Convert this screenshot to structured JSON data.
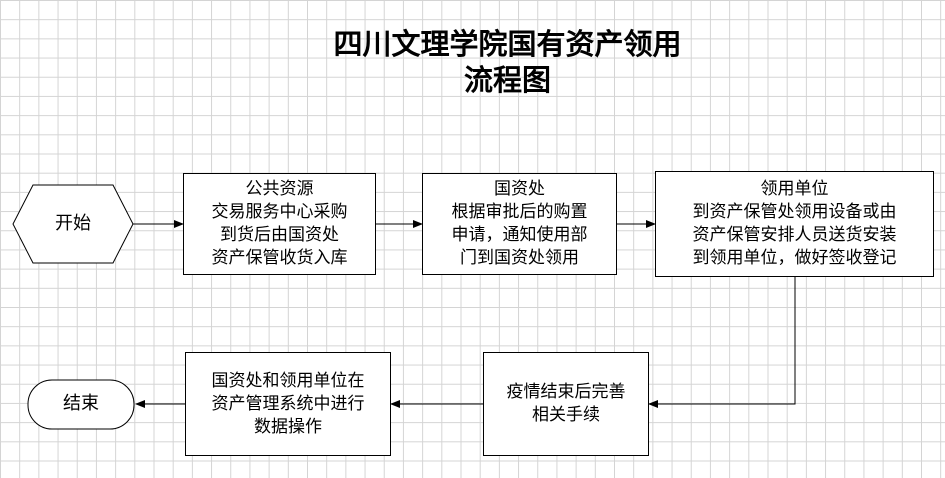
{
  "diagram": {
    "title_line1": "四川文理学院国有资产领用",
    "title_line2": "流程图",
    "start": {
      "label": "开始"
    },
    "end": {
      "label": "结束"
    },
    "steps": [
      {
        "lines": [
          "公共资源",
          "交易服务中心采购",
          "到货后由国资处",
          "资产保管收货入库"
        ]
      },
      {
        "lines": [
          "国资处",
          "根据审批后的购置",
          "申请，通知使用部",
          "门到国资处领用"
        ]
      },
      {
        "lines": [
          "领用单位",
          "到资产保管处领用设备或由",
          "资产保管安排人员送货安装",
          "到领用单位，做好签收登记"
        ]
      },
      {
        "lines": [
          "疫情结束后完善",
          "相关手续"
        ]
      },
      {
        "lines": [
          "国资处和领用单位在",
          "资产管理系统中进行",
          "数据操作"
        ]
      }
    ]
  }
}
